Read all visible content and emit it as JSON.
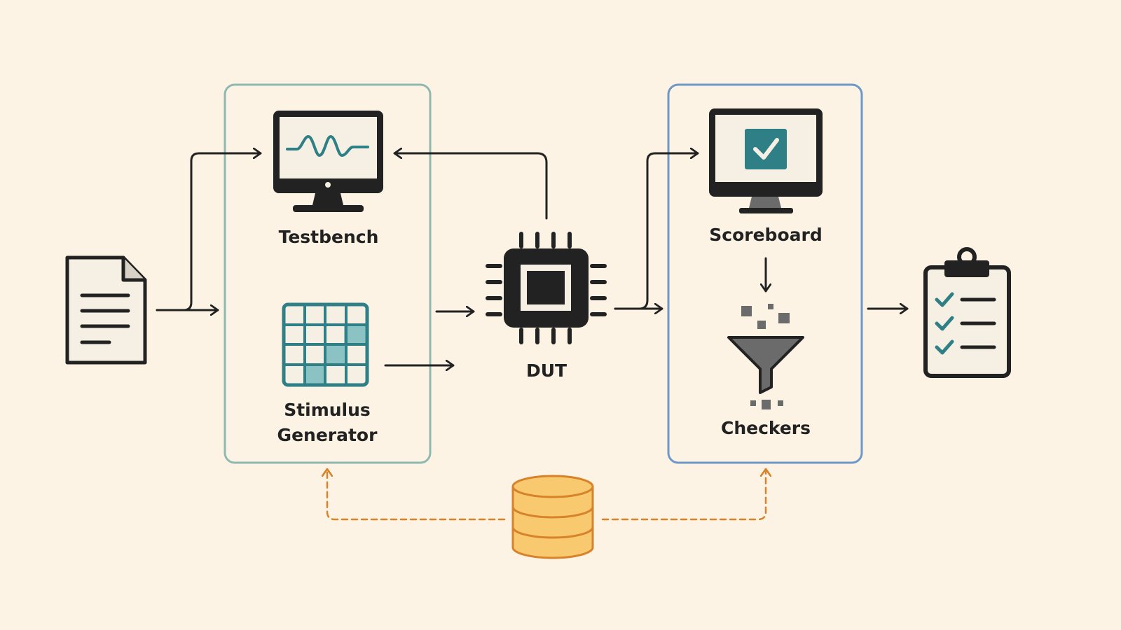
{
  "nodes": {
    "testbench": {
      "label": "Testbench"
    },
    "stimulus_generator": {
      "label_line1": "Stimulus",
      "label_line2": "Generator"
    },
    "dut": {
      "label": "DUT"
    },
    "scoreboard": {
      "label": "Scoreboard"
    },
    "checkers": {
      "label": "Checkers"
    }
  },
  "icons": {
    "input_document": "document-icon",
    "testbench": "waveform-monitor-icon",
    "stimulus_generator": "grid-icon",
    "dut": "chip-icon",
    "scoreboard": "check-monitor-icon",
    "checkers": "funnel-icon",
    "database": "database-icon",
    "report": "clipboard-checklist-icon"
  },
  "colors": {
    "background": "#fcf3e4",
    "ink": "#222222",
    "teal": "#2f7f86",
    "teal_light": "#8bc2c4",
    "left_group_border": "#8fb9b0",
    "right_group_border": "#6e98c8",
    "orange": "#d8822a",
    "orange_fill": "#f8c96e",
    "gray": "#6b6b6b"
  }
}
